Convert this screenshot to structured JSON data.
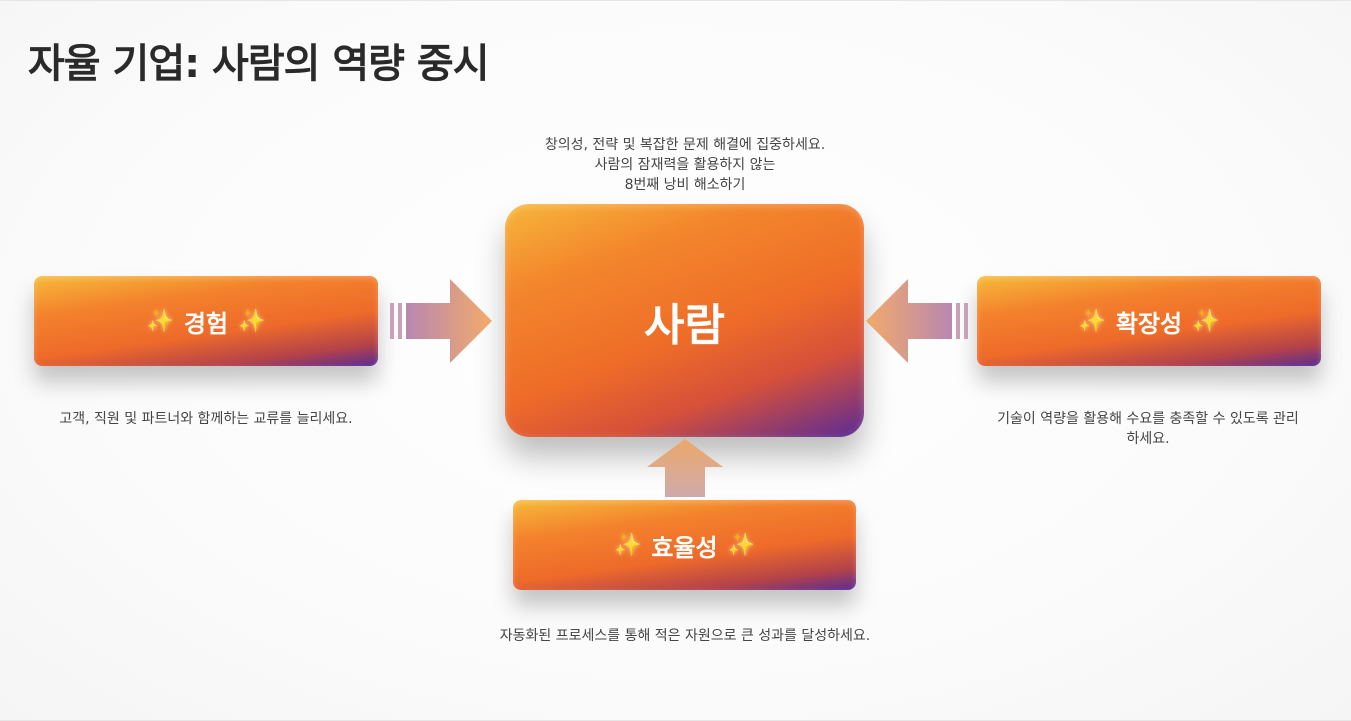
{
  "title": "자율 기업: 사람의 역량 중시",
  "center": {
    "label": "사람",
    "description_lines": [
      "창의성, 전략 및 복잡한 문제 해결에 집중하세요.",
      "사람의 잠재력을 활용하지 않는",
      "8번째 낭비 해소하기"
    ]
  },
  "left": {
    "label": "경험",
    "description": "고객, 직원 및 파트너와 함께하는 교류를 늘리세요."
  },
  "right": {
    "label": "확장성",
    "description_lines": [
      "기술이 역량을 활용해 수요를 충족할 수 있도록 관리",
      "하세요."
    ]
  },
  "bottom": {
    "label": "효율성",
    "description": "자동화된 프로세스를 통해 적은 자원으로 큰 성과를 달성하세요."
  },
  "sparkle_glyph": "✨",
  "colors": {
    "gradient_top": "#f6ba3a",
    "gradient_mid": "#ee6a2a",
    "gradient_bottom": "#5a2b96",
    "arrow": "#eea060"
  },
  "icons": [
    "sparkle-icon",
    "arrow-right-icon",
    "arrow-left-icon",
    "arrow-up-icon"
  ]
}
